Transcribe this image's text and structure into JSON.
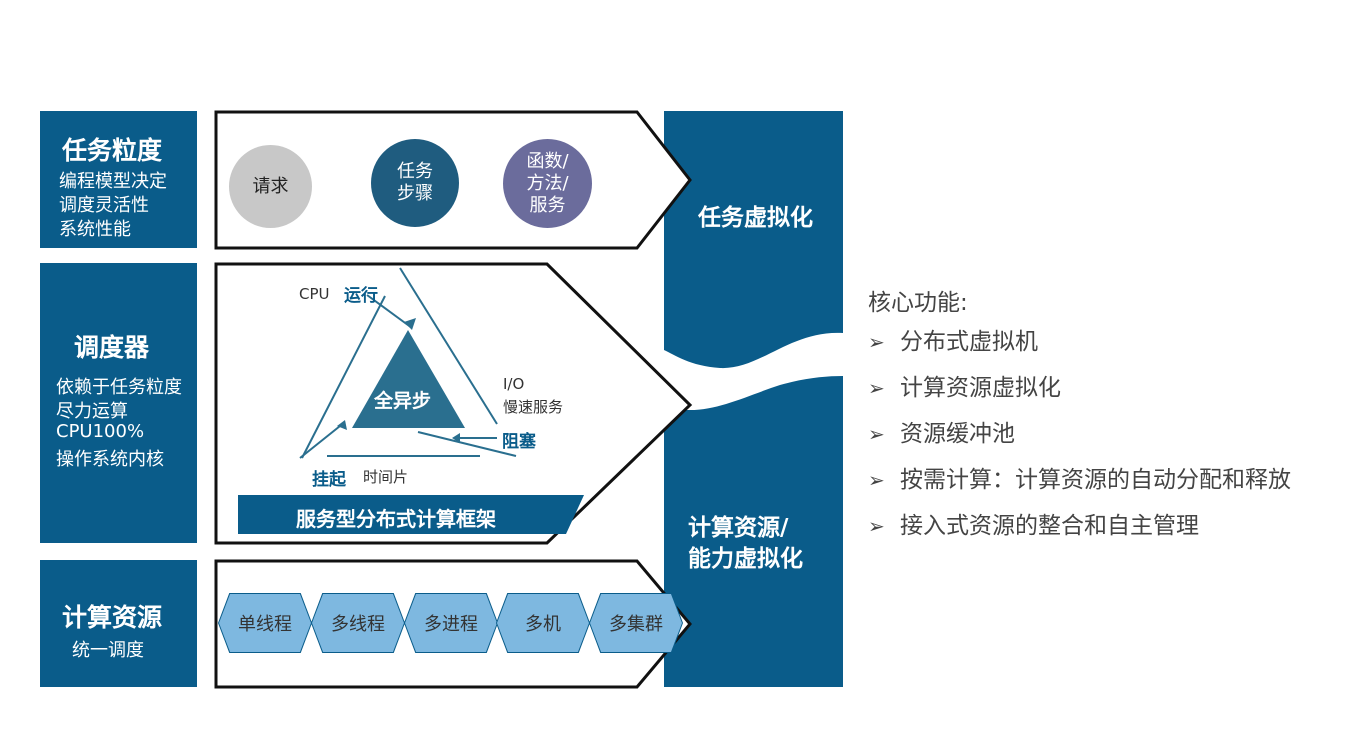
{
  "left_column": {
    "granularity": {
      "title": "任务粒度",
      "lines": [
        "编程模型决定",
        "调度灵活性",
        "系统性能"
      ]
    },
    "scheduler": {
      "title": "调度器",
      "lines": [
        "依赖于任务粒度",
        "尽力运算",
        "CPU100%",
        "操作系统内核"
      ]
    },
    "resources": {
      "title": "计算资源",
      "lines": [
        "统一调度"
      ]
    }
  },
  "granularity_row": {
    "circles": [
      {
        "label": "请求",
        "color": "#c8c8c8"
      },
      {
        "label": "任务\n步骤",
        "color": "#1f5c7f"
      },
      {
        "label": "函数/\n方法/\n服务",
        "color": "#6b6c9c"
      }
    ]
  },
  "scheduler_row": {
    "center_label": "全异步",
    "cycle": {
      "cpu": "CPU",
      "run": "运行",
      "io": "I/O",
      "slow_service": "慢速服务",
      "block": "阻塞",
      "suspend": "挂起",
      "timeslice": "时间片"
    },
    "framework_banner": "服务型分布式计算框架"
  },
  "resources_row": {
    "hexagons": [
      "单线程",
      "多线程",
      "多进程",
      "多机",
      "多集群"
    ]
  },
  "virtualization": {
    "top_label": "任务虚拟化",
    "bottom_label_lines": [
      "计算资源/",
      "能力虚拟化"
    ]
  },
  "features": {
    "title": "核心功能:",
    "items": [
      "分布式虚拟机",
      "计算资源虚拟化",
      "资源缓冲池",
      "按需计算：计算资源的自动分配和释放",
      "接入式资源的整合和自主管理"
    ]
  },
  "colors": {
    "primary": "#0a5c8a",
    "hex_fill": "#7eb8e0",
    "triangle": "#2a6f8f"
  }
}
